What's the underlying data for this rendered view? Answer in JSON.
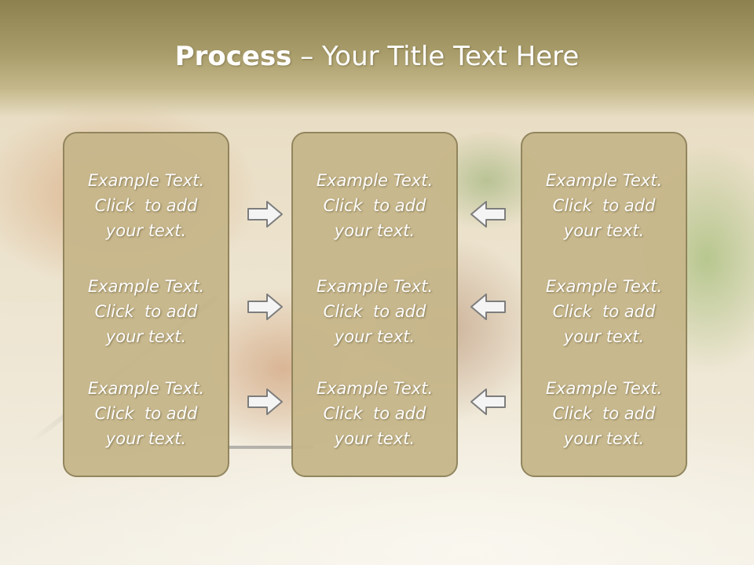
{
  "slide": {
    "title_strong": "Process",
    "title_rest": " – Your Title Text Here"
  },
  "columns": [
    {
      "entries": [
        {
          "line1": "Example Text.",
          "line2": "Click  to add",
          "line3": "your text."
        },
        {
          "line1": "Example Text.",
          "line2": "Click  to add",
          "line3": "your text."
        },
        {
          "line1": "Example Text.",
          "line2": "Click  to add",
          "line3": "your text."
        }
      ]
    },
    {
      "entries": [
        {
          "line1": "Example Text.",
          "line2": "Click  to add",
          "line3": "your text."
        },
        {
          "line1": "Example Text.",
          "line2": "Click  to add",
          "line3": "your text."
        },
        {
          "line1": "Example Text.",
          "line2": "Click  to add",
          "line3": "your text."
        }
      ]
    },
    {
      "entries": [
        {
          "line1": "Example Text.",
          "line2": "Click  to add",
          "line3": "your text."
        },
        {
          "line1": "Example Text.",
          "line2": "Click  to add",
          "line3": "your text."
        },
        {
          "line1": "Example Text.",
          "line2": "Click  to add",
          "line3": "your text."
        }
      ]
    }
  ],
  "arrows": {
    "left_group": "right-arrow-icon",
    "right_group": "left-arrow-icon"
  },
  "colors": {
    "header_band": "#a89c6a",
    "box_fill": "#c7b78b",
    "box_border": "#8f825a",
    "text": "#ffffff"
  }
}
